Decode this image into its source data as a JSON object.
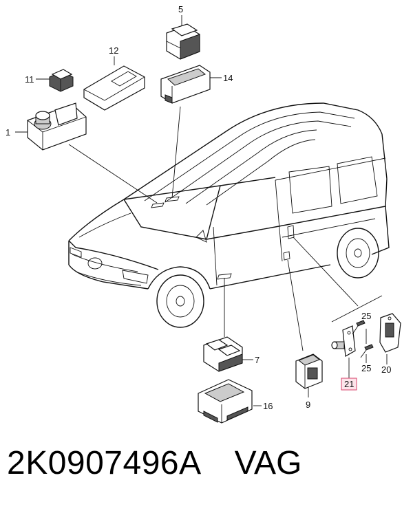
{
  "callouts": [
    "1",
    "5",
    "7",
    "9",
    "11",
    "12",
    "14",
    "16",
    "20",
    "21",
    "25",
    "25"
  ],
  "highlight_color": "#d7416a",
  "caption": {
    "part_number": "2K0907496A",
    "brand": "VAG"
  }
}
